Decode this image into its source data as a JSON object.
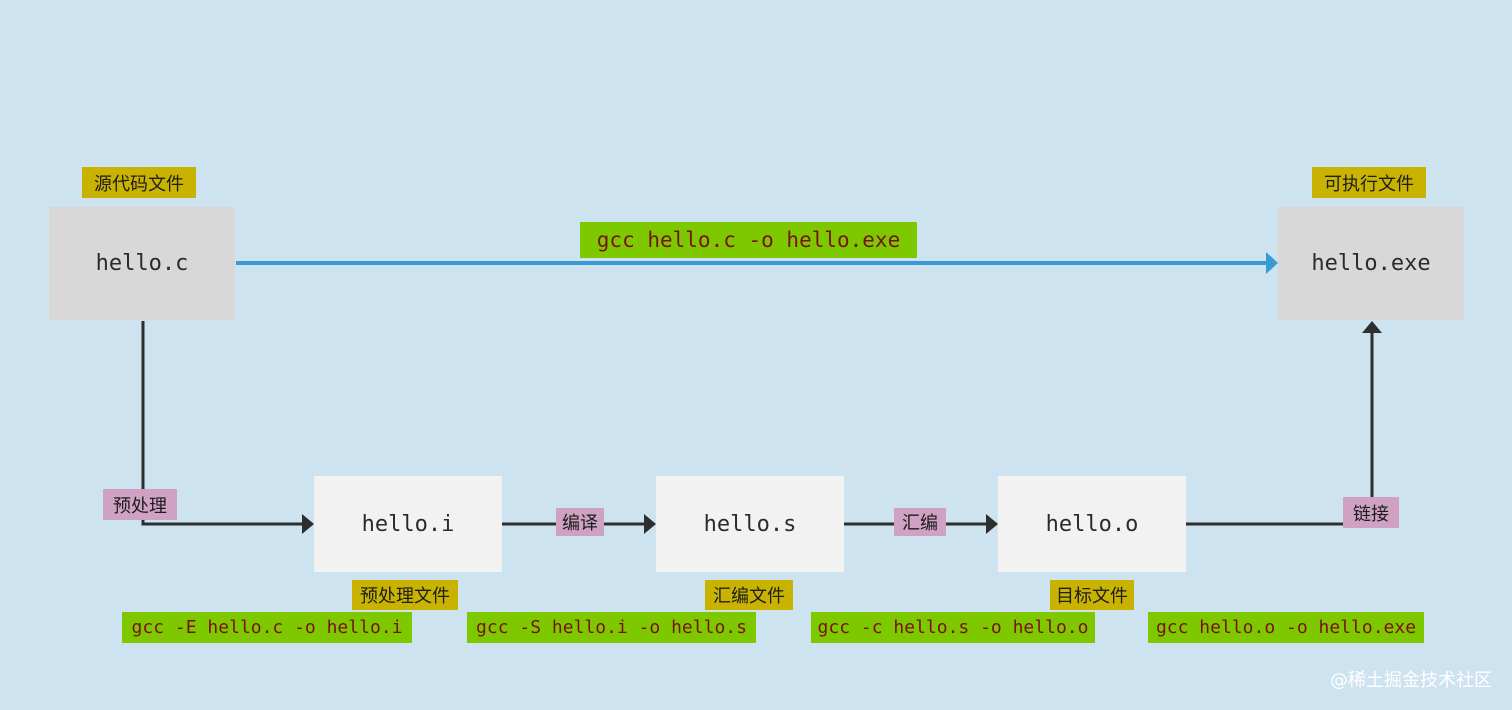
{
  "files": {
    "source": "hello.c",
    "executable": "hello.exe",
    "preprocessed": "hello.i",
    "assembly": "hello.s",
    "object": "hello.o"
  },
  "labels": {
    "source_file": "源代码文件",
    "executable_file": "可执行文件",
    "preprocessed_file": "预处理文件",
    "assembly_file": "汇编文件",
    "object_file": "目标文件"
  },
  "steps": {
    "preprocess": "预处理",
    "compile": "编译",
    "assemble": "汇编",
    "link": "链接"
  },
  "commands": {
    "direct": "gcc hello.c -o hello.exe",
    "preprocess": "gcc -E hello.c -o hello.i",
    "compile": "gcc -S hello.i -o hello.s",
    "assemble": "gcc -c hello.s -o hello.o",
    "link": "gcc hello.o -o hello.exe"
  },
  "watermark": "@稀土掘金技术社区",
  "colors": {
    "background": "#cde3ef",
    "direct_arrow": "#3a9ad6",
    "step_arrow": "#2e2e2e",
    "label_yellow": "#c9b300",
    "label_pink": "#cfa2c4",
    "command_green": "#7ec800",
    "command_text": "#7a1212"
  }
}
